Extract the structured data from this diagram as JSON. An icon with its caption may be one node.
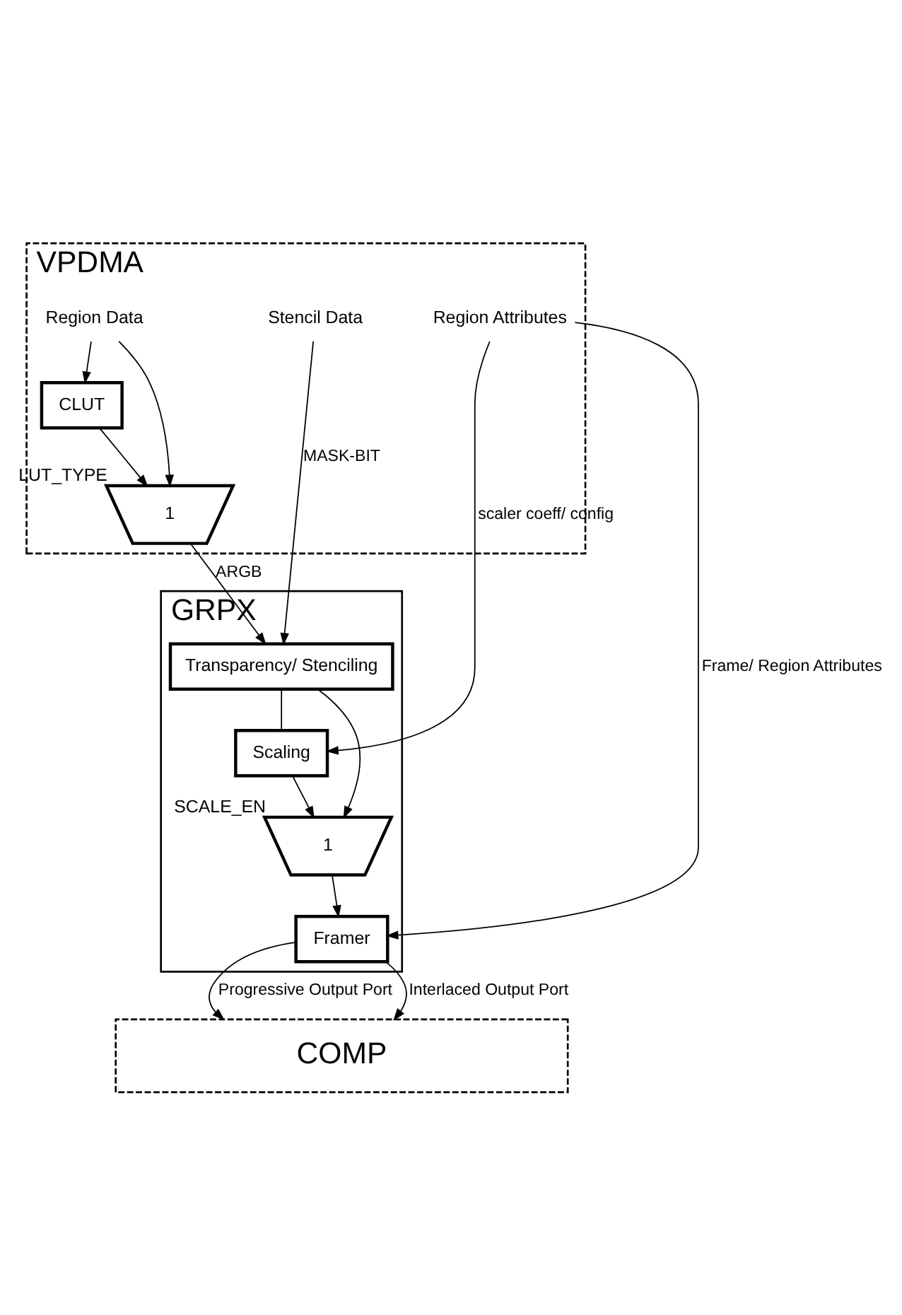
{
  "diagram": {
    "nodes": [
      {
        "text": [
          "VPDMA"
        ]
      },
      {
        "text": [
          "Region Attributes"
        ],
        "in": 0
      },
      {
        "text": [
          "Region Data"
        ],
        "in": 0
      },
      {
        "text": [
          "Stencil Data"
        ],
        "in": 0
      },
      {
        "text": [
          "CLUT"
        ],
        "in": 0
      },
      {
        "text": [
          "1"
        ],
        "in": 0,
        "beside": [
          "LUT_TYPE"
        ]
      },
      {
        "text": [
          "GRPX"
        ]
      },
      {
        "text": [
          "Transparency/ Stenciling"
        ],
        "in": 6
      },
      {
        "text": [
          "Scaling"
        ],
        "in": 6
      },
      {
        "text": [
          "1"
        ],
        "in": 6,
        "beside": [
          "SCALE_EN"
        ]
      },
      {
        "text": [
          "Framer"
        ],
        "in": 6
      },
      {
        "text": [
          "COMP"
        ]
      }
    ],
    "edges": [
      {
        "from": 2,
        "to": 4,
        "arrow": "to"
      },
      {
        "from": 2,
        "to": 5,
        "arrow": "to"
      },
      {
        "from": 4,
        "to": 5,
        "arrow": "to"
      },
      {
        "from": 5,
        "to": 7,
        "arrow": "to",
        "label": "ARGB"
      },
      {
        "from": 3,
        "to": 7,
        "arrow": "to",
        "label": "MASK-BIT"
      },
      {
        "from": 7,
        "to": 8,
        "arrow": "none"
      },
      {
        "from": 7,
        "to": 9,
        "arrow": "to"
      },
      {
        "from": 1,
        "to": 8,
        "arrow": "to",
        "label": "scaler coeff/ config"
      },
      {
        "from": 8,
        "to": 9,
        "arrow": "to"
      },
      {
        "from": 9,
        "to": 10,
        "arrow": "to"
      },
      {
        "from": 1,
        "to": 10,
        "arrow": "to",
        "label": "Frame/ Region Attributes"
      },
      {
        "from": 10,
        "to": 11,
        "arrow": "to",
        "label": "Progressive Output Port"
      },
      {
        "from": 10,
        "to": 11,
        "arrow": "to",
        "label": "Interlaced Output Port"
      }
    ]
  }
}
